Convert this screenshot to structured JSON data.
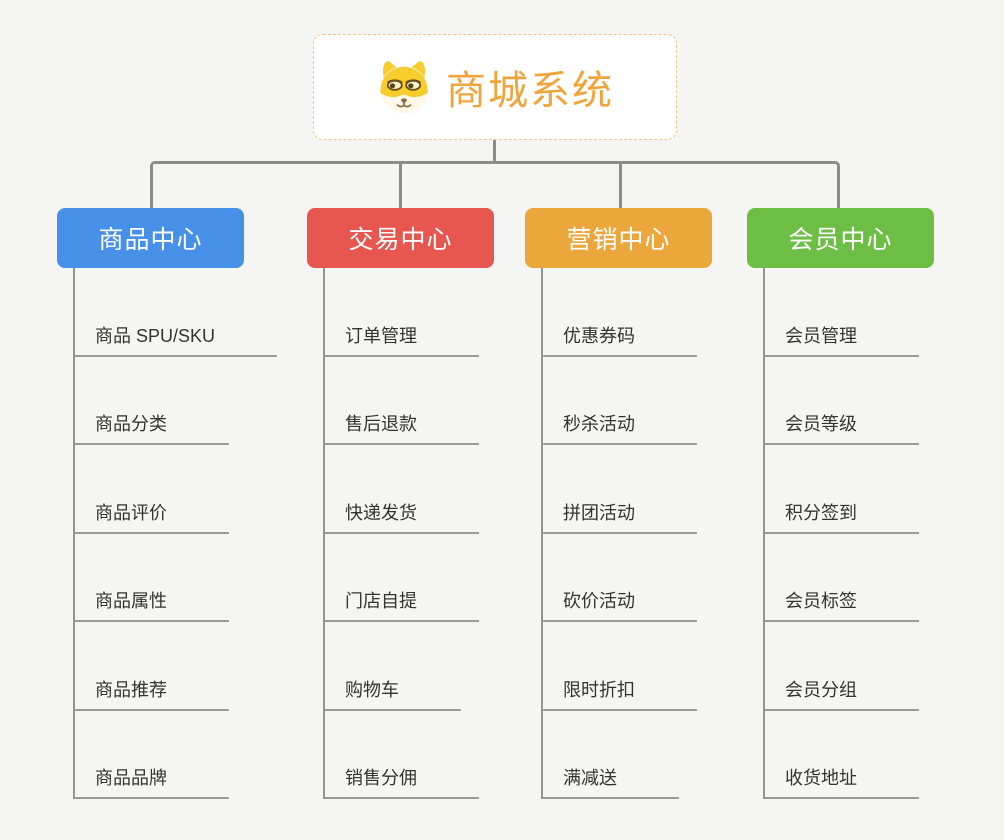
{
  "root": {
    "title": "商城系统",
    "accent_color": "#F0A43C",
    "border_color": "#F3C57D",
    "icon": "dog-avatar-icon"
  },
  "connector_color": "#8C8C8C",
  "background_color": "#F5F5F4",
  "branches": [
    {
      "label": "商品中心",
      "color": "#4690E8",
      "children": [
        "商品 SPU/SKU",
        "商品分类",
        "商品评价",
        "商品属性",
        "商品推荐",
        "商品品牌"
      ]
    },
    {
      "label": "交易中心",
      "color": "#E7564F",
      "children": [
        "订单管理",
        "售后退款",
        "快递发货",
        "门店自提",
        "购物车",
        "销售分佣"
      ]
    },
    {
      "label": "营销中心",
      "color": "#EBA63C",
      "children": [
        "优惠券码",
        "秒杀活动",
        "拼团活动",
        "砍价活动",
        "限时折扣",
        "满减送"
      ]
    },
    {
      "label": "会员中心",
      "color": "#6CBE45",
      "children": [
        "会员管理",
        "会员等级",
        "积分签到",
        "会员标签",
        "会员分组",
        "收货地址"
      ]
    }
  ]
}
